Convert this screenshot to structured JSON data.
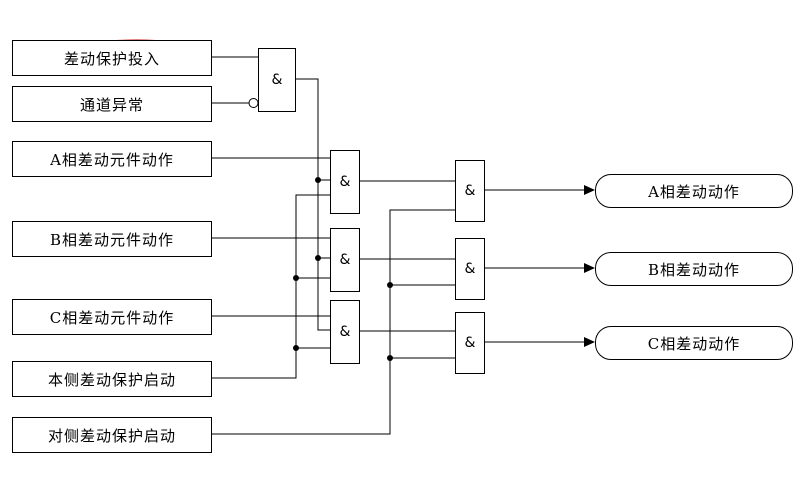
{
  "colors": {
    "line": "#000000",
    "background": "#ffffff",
    "highlight": "#cc0000"
  },
  "inputs": [
    {
      "label": "差动保护投入",
      "highlighted": true
    },
    {
      "label": "通道异常",
      "inverted": true
    },
    {
      "label": "A相差动元件动作"
    },
    {
      "label": "B相差动元件动作"
    },
    {
      "label": "C相差动元件动作"
    },
    {
      "label": "本侧差动保护启动"
    },
    {
      "label": "对侧差动保护启动"
    }
  ],
  "gates": [
    {
      "name": "enable-and-gate",
      "symbol": "&"
    },
    {
      "name": "phase-a-and-gate",
      "symbol": "&"
    },
    {
      "name": "phase-b-and-gate",
      "symbol": "&"
    },
    {
      "name": "phase-c-and-gate",
      "symbol": "&"
    },
    {
      "name": "phase-a-output-and-gate",
      "symbol": "&"
    },
    {
      "name": "phase-b-output-and-gate",
      "symbol": "&"
    },
    {
      "name": "phase-c-output-and-gate",
      "symbol": "&"
    }
  ],
  "outputs": [
    {
      "label": "A相差动动作"
    },
    {
      "label": "B相差动动作"
    },
    {
      "label": "C相差动动作"
    }
  ]
}
